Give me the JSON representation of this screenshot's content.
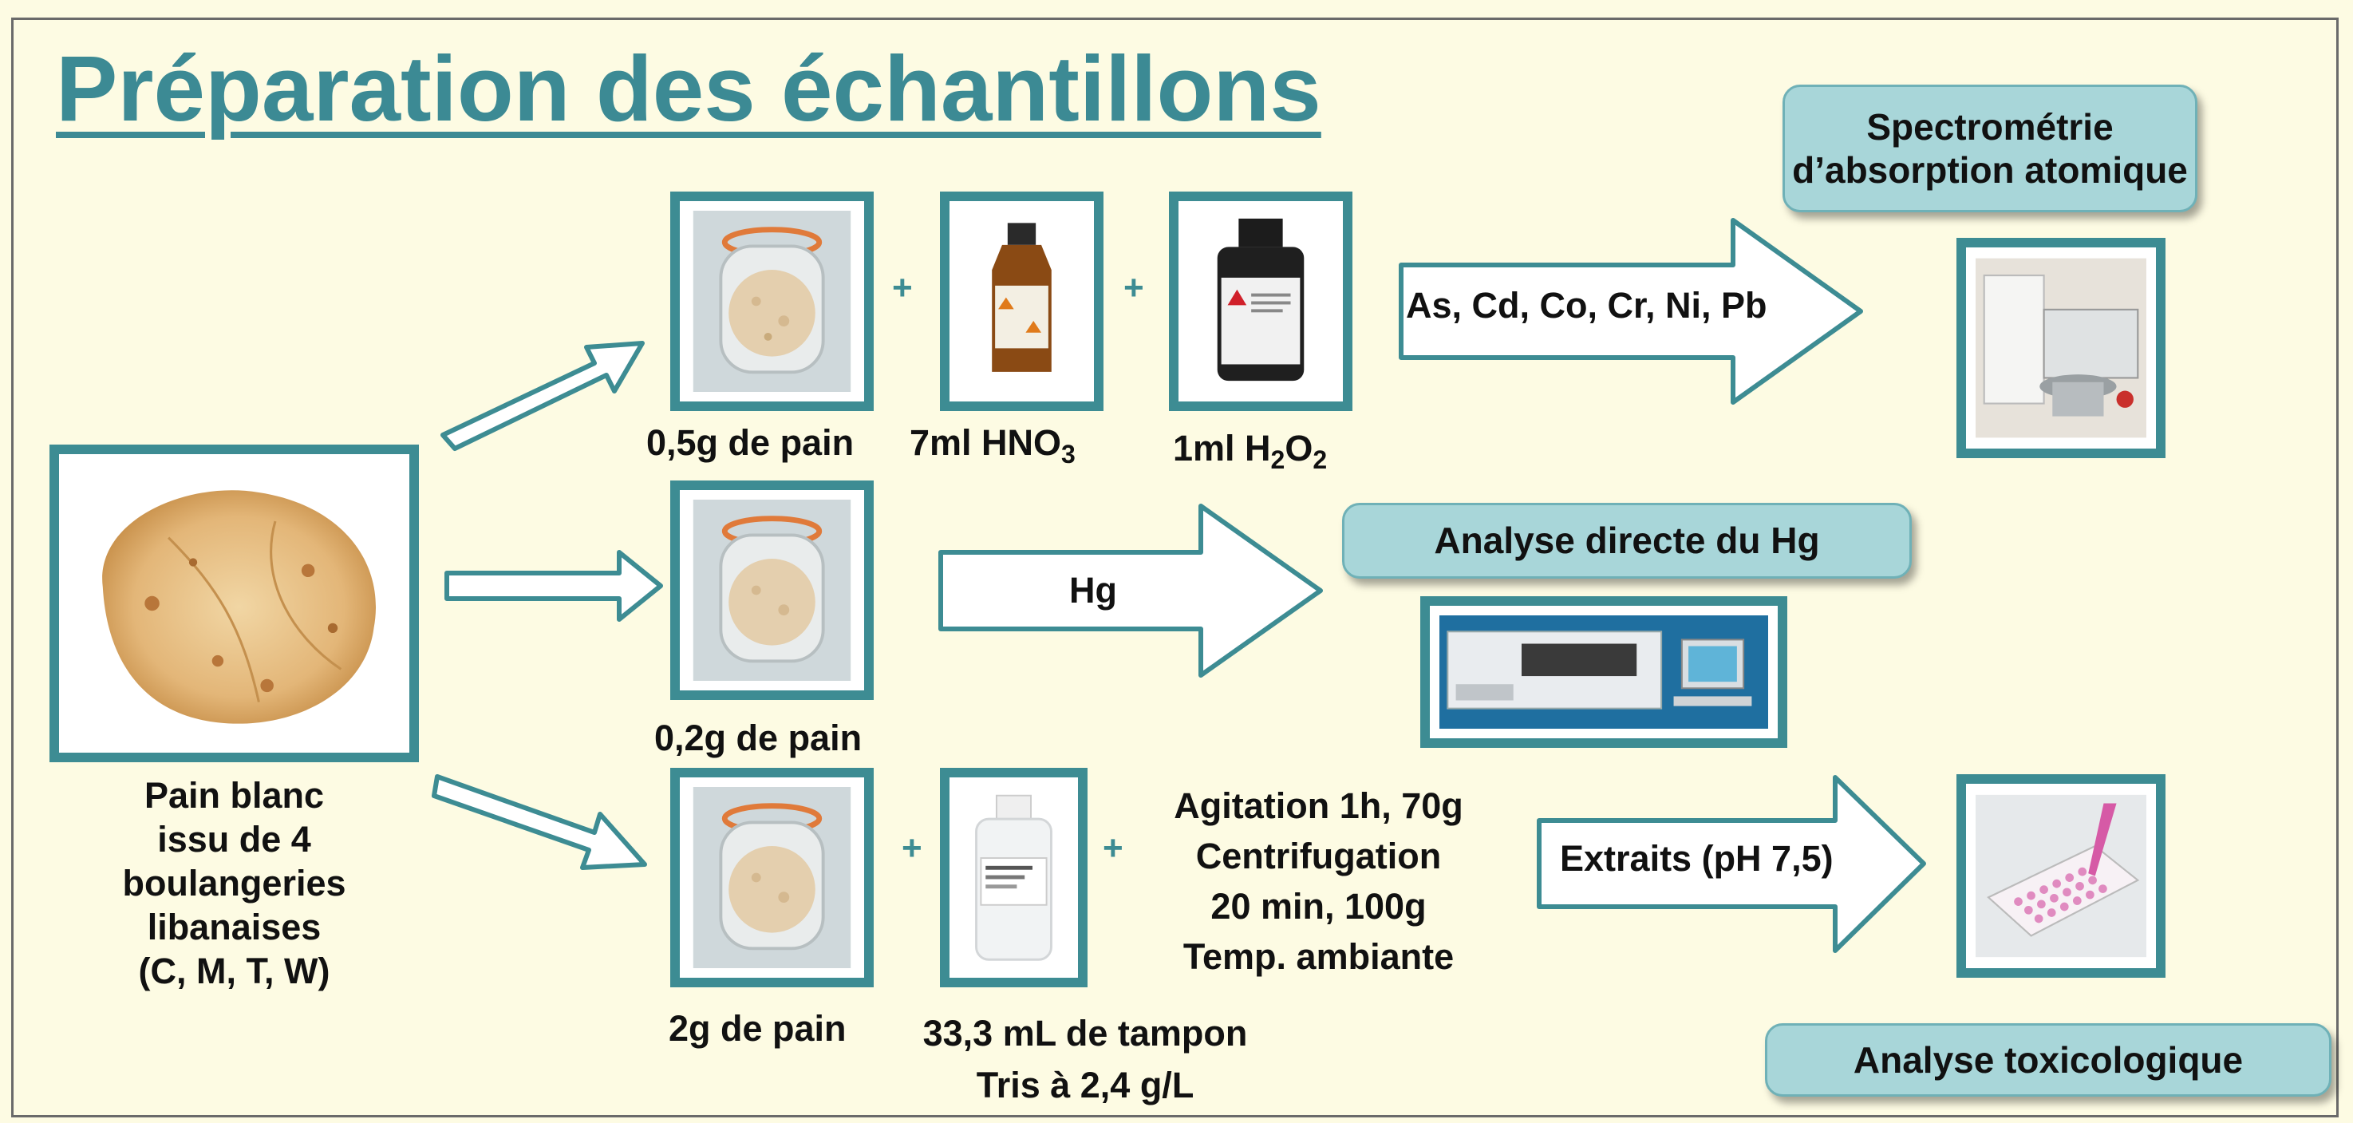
{
  "title": "Préparation des échantillons",
  "source": {
    "lines": [
      "Pain blanc",
      "issu de 4",
      "boulangeries",
      "libanaises",
      "(C, M, T, W)"
    ]
  },
  "row1": {
    "bread_label": "0,5g de pain",
    "acid_label": "7ml HNO",
    "acid_sub": "3",
    "peroxide_label": "1ml H",
    "peroxide_sub1": "2",
    "peroxide_mid": "O",
    "peroxide_sub2": "2",
    "arrow_label": "As, Cd, Co, Cr, Ni, Pb",
    "plus1": "+",
    "plus2": "+"
  },
  "row2": {
    "bread_label": "0,2g de pain",
    "arrow_label": "Hg"
  },
  "row3": {
    "bread_label": "2g de pain",
    "buffer_lines": [
      "33,3 mL de tampon",
      "Tris  à 2,4 g/L"
    ],
    "conditions_lines": [
      "Agitation 1h, 70g",
      "Centrifugation",
      "20 min, 100g",
      "Temp. ambiante"
    ],
    "arrow_label": "Extraits (pH 7,5)",
    "plus1": "+",
    "plus2": "+"
  },
  "outputs": {
    "aas_lines": [
      "Spectrométrie",
      "d’absorption atomique"
    ],
    "hg_box": "Analyse directe du Hg",
    "tox_box": "Analyse toxicologique"
  },
  "colors": {
    "title": "#3c8a94",
    "frame": "#3d8c93",
    "box_fill": "#a8d6d9",
    "background": "#fdfbe3"
  }
}
